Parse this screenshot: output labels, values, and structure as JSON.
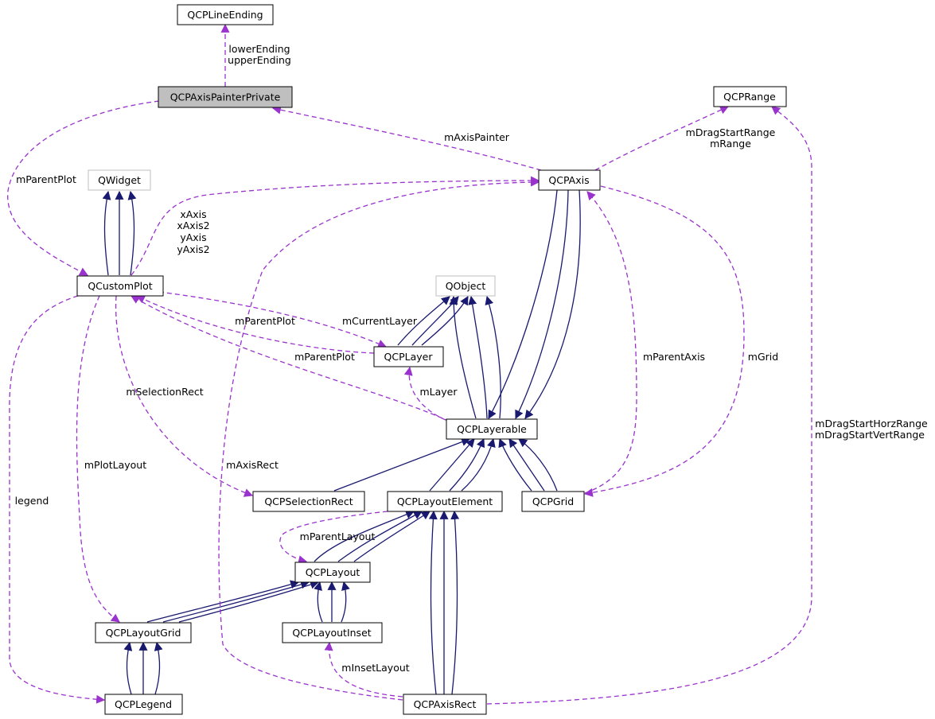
{
  "nodes": {
    "qcplineending": "QCPLineEnding",
    "qcpaxispainterprivate": "QCPAxisPainterPrivate",
    "qcprange": "QCPRange",
    "qwidget": "QWidget",
    "qcpaxis": "QCPAxis",
    "qcustomplot": "QCustomPlot",
    "qobject": "QObject",
    "qcplayer": "QCPLayer",
    "qcplayerable": "QCPLayerable",
    "qcpselectionrect": "QCPSelectionRect",
    "qcplayoutelement": "QCPLayoutElement",
    "qcpgrid": "QCPGrid",
    "qcplayout": "QCPLayout",
    "qcplayoutgrid": "QCPLayoutGrid",
    "qcplayoutinset": "QCPLayoutInset",
    "qcplegend": "QCPLegend",
    "qcpaxisrect": "QCPAxisRect"
  },
  "edge_labels": {
    "ending": [
      "lowerEnding",
      "upperEnding"
    ],
    "axis_painter": [
      "mAxisPainter"
    ],
    "parent_plot_painter": [
      "mParentPlot"
    ],
    "drag_range": [
      "mDragStartRange",
      "mRange"
    ],
    "axes": [
      "xAxis",
      "xAxis2",
      "yAxis",
      "yAxis2"
    ],
    "parent_plot_layer": [
      "mParentPlot"
    ],
    "current_layer": [
      "mCurrentLayer"
    ],
    "parent_plot_layerable": [
      "mParentPlot"
    ],
    "layer": [
      "mLayer"
    ],
    "parent_axis": [
      "mParentAxis"
    ],
    "grid": [
      "mGrid"
    ],
    "selection_rect": [
      "mSelectionRect"
    ],
    "drag_horz_vert": [
      "mDragStartHorzRange",
      "mDragStartVertRange"
    ],
    "plot_layout": [
      "mPlotLayout"
    ],
    "axis_rect": [
      "mAxisRect"
    ],
    "legend": [
      "legend"
    ],
    "parent_layout": [
      "mParentLayout"
    ],
    "inset_layout": [
      "mInsetLayout"
    ]
  },
  "colors": {
    "inheritance": "#191970",
    "usage": "#9a32cd",
    "focus_fill": "#bfbfbf",
    "external_border": "#bfbfbf"
  }
}
